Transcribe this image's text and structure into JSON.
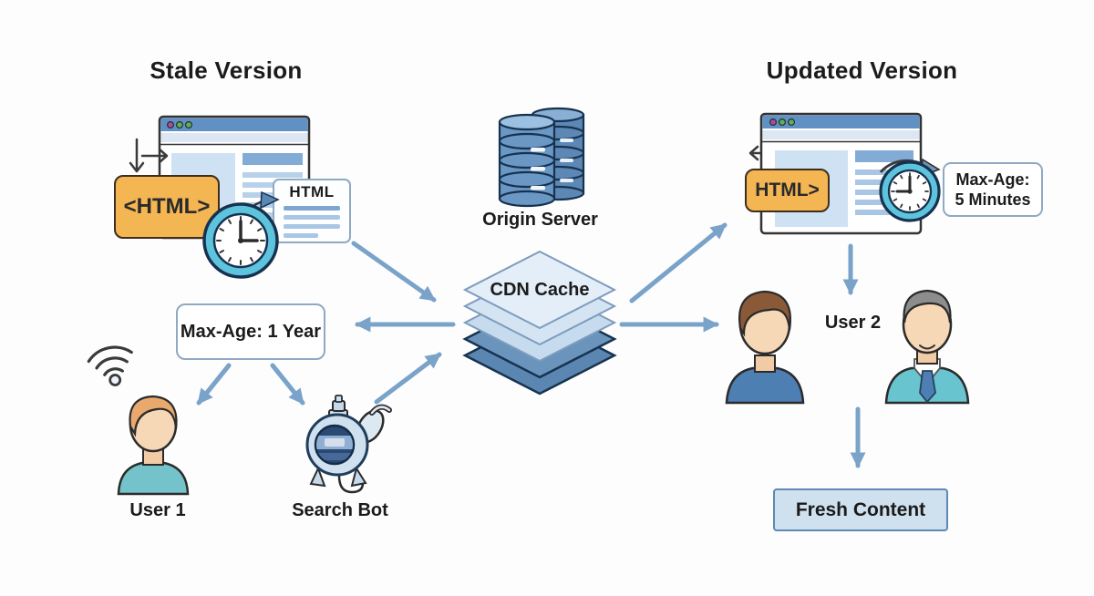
{
  "stale": {
    "title": "Stale Version",
    "html_box_label": "<HTML>",
    "doc_card_label": "HTML",
    "max_age_label": "Max-Age: 1 Year",
    "user_label": "User 1",
    "bot_label": "Search Bot"
  },
  "center": {
    "origin_server_label": "Origin Server",
    "cdn_cache_label": "CDN Cache"
  },
  "updated": {
    "title": "Updated Version",
    "html_box_label": "HTML>",
    "max_age_line1": "Max-Age:",
    "max_age_line2": "5 Minutes",
    "user_label": "User 2",
    "fresh_content_label": "Fresh Content"
  },
  "icons": {
    "wifi": "wifi-icon",
    "clock_stale": "clock-icon",
    "clock_refresh": "clock-refresh-icon",
    "browser": "browser-window-icon",
    "database": "database-stack-icon",
    "cdn_layers": "layer-stack-icon",
    "user": "user-avatar-icon",
    "robot": "search-bot-icon"
  },
  "colors": {
    "arrow_blue": "#7aa3c9",
    "accent_orange": "#f4b553",
    "clock_teal": "#5ec4de",
    "browser_bar_blue": "#6191c4",
    "fresh_box_fill": "#cfe1ef",
    "fresh_box_border": "#5d89b4",
    "cdn_layer_light": "#e4eef8",
    "cdn_layer_dark": "#5b86b1",
    "outline_dark": "#16324f"
  }
}
